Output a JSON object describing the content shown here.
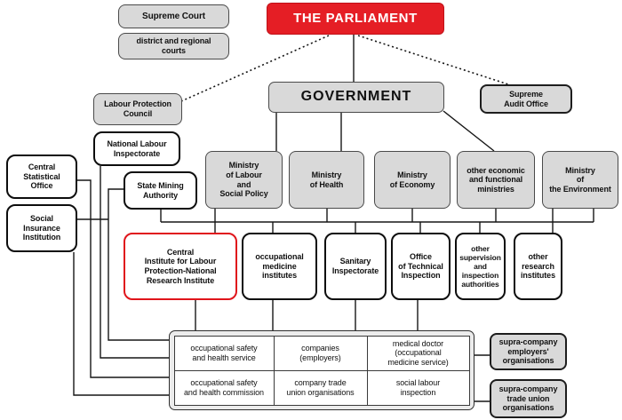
{
  "nodes": {
    "supreme_court": {
      "label": "Supreme Court"
    },
    "district_courts": {
      "label": "district and regional\ncourts"
    },
    "parliament": {
      "label": "THE PARLIAMENT"
    },
    "government": {
      "label": "GOVERNMENT"
    },
    "supreme_audit_office": {
      "label": "Supreme\nAudit Office"
    },
    "labour_protection_council": {
      "label": "Labour Protection\nCouncil"
    },
    "national_labour_inspectorate": {
      "label": "National Labour\nInspectorate"
    },
    "central_statistical_office": {
      "label": "Central\nStatistical\nOffice"
    },
    "social_insurance_institution": {
      "label": "Social\nInsurance\nInstitution"
    },
    "state_mining_authority": {
      "label": "State Mining\nAuthority"
    },
    "ministry_labour": {
      "label": "Ministry\nof Labour\nand\nSocial Policy"
    },
    "ministry_health": {
      "label": "Ministry\nof Health"
    },
    "ministry_economy": {
      "label": "Ministry\nof Economy"
    },
    "other_ministries": {
      "label": "other economic\nand functional\nministries"
    },
    "ministry_environment": {
      "label": "Ministry\nof\nthe Environment"
    },
    "central_institute": {
      "label": "Central\nInstitute for Labour\nProtection-National\nResearch Institute"
    },
    "occupational_medicine_institutes": {
      "label": "occupational\nmedicine\ninstitutes"
    },
    "sanitary_inspectorate": {
      "label": "Sanitary\nInspectorate"
    },
    "office_technical_inspection": {
      "label": "Office\nof Technical\nInspection"
    },
    "other_supervision": {
      "label": "other\nsupervision\nand\ninspection\nauthorities"
    },
    "other_research_institutes": {
      "label": "other\nresearch\ninstitutes"
    },
    "supra_employers": {
      "label": "supra-company\nemployers'\norganisations"
    },
    "supra_trade_unions": {
      "label": "supra-company\ntrade union\norganisations"
    }
  },
  "org_table": {
    "rows": [
      [
        "occupational safety\nand health service",
        "companies\n(employers)",
        "medical doctor\n(occupational\nmedicine service)"
      ],
      [
        "occupational safety\nand health commission",
        "company trade\nunion organisations",
        "social labour\ninspection"
      ]
    ]
  },
  "colors": {
    "parliament_red": "#e51e25",
    "institute_border_red": "#e0151b",
    "box_gray": "#d9d9d9",
    "table_gray": "#ececec",
    "line_black": "#161616"
  }
}
